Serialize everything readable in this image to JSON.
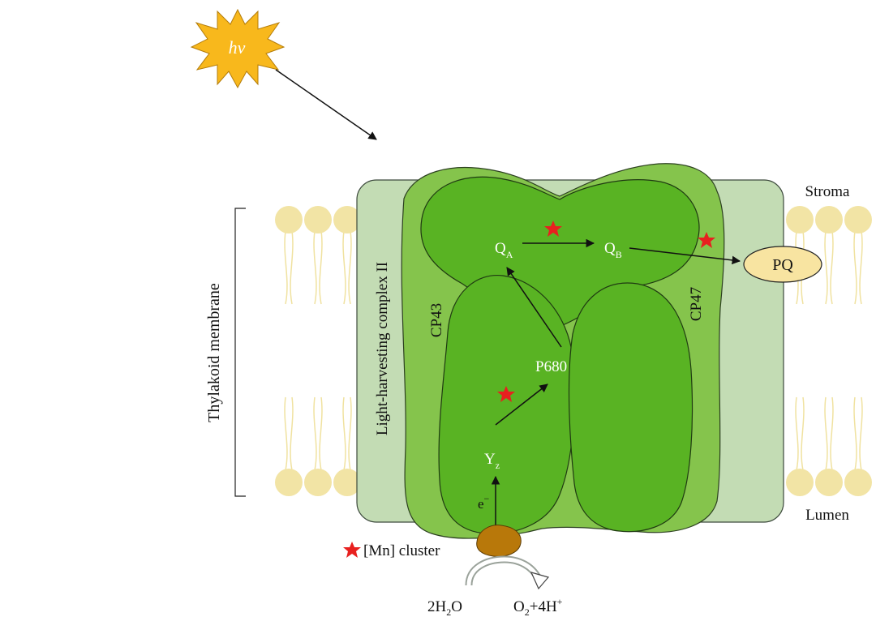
{
  "labels": {
    "photon": "hν",
    "stroma": "Stroma",
    "lumen": "Lumen",
    "membrane": "Thylakoid membrane",
    "lhc": "Light-harvesting complex II",
    "cp43": "CP43",
    "cp47": "CP47",
    "qa_main": "Q",
    "qa_sub": "A",
    "qb_main": "Q",
    "qb_sub": "B",
    "pq": "PQ",
    "p680": "P680",
    "yz_main": "Y",
    "yz_sub": "z",
    "electron_main": "e",
    "electron_sup": "−",
    "legend_mn": "[Mn] cluster",
    "water": "2H",
    "water_sub": "2",
    "water_end": "O",
    "products_o": "O",
    "products_sub": "2",
    "products_mid": "+4H",
    "products_sup": "+"
  },
  "colors": {
    "photon_fill": "#f8b81c",
    "lhc_fill": "#c3dcb4",
    "outer_green": "#85c44c",
    "inner_green": "#59b323",
    "lipid": "#f2e4a5",
    "pq_fill": "#f8e4a1",
    "mn_fill": "#b8780a",
    "star": "#e8201f"
  }
}
